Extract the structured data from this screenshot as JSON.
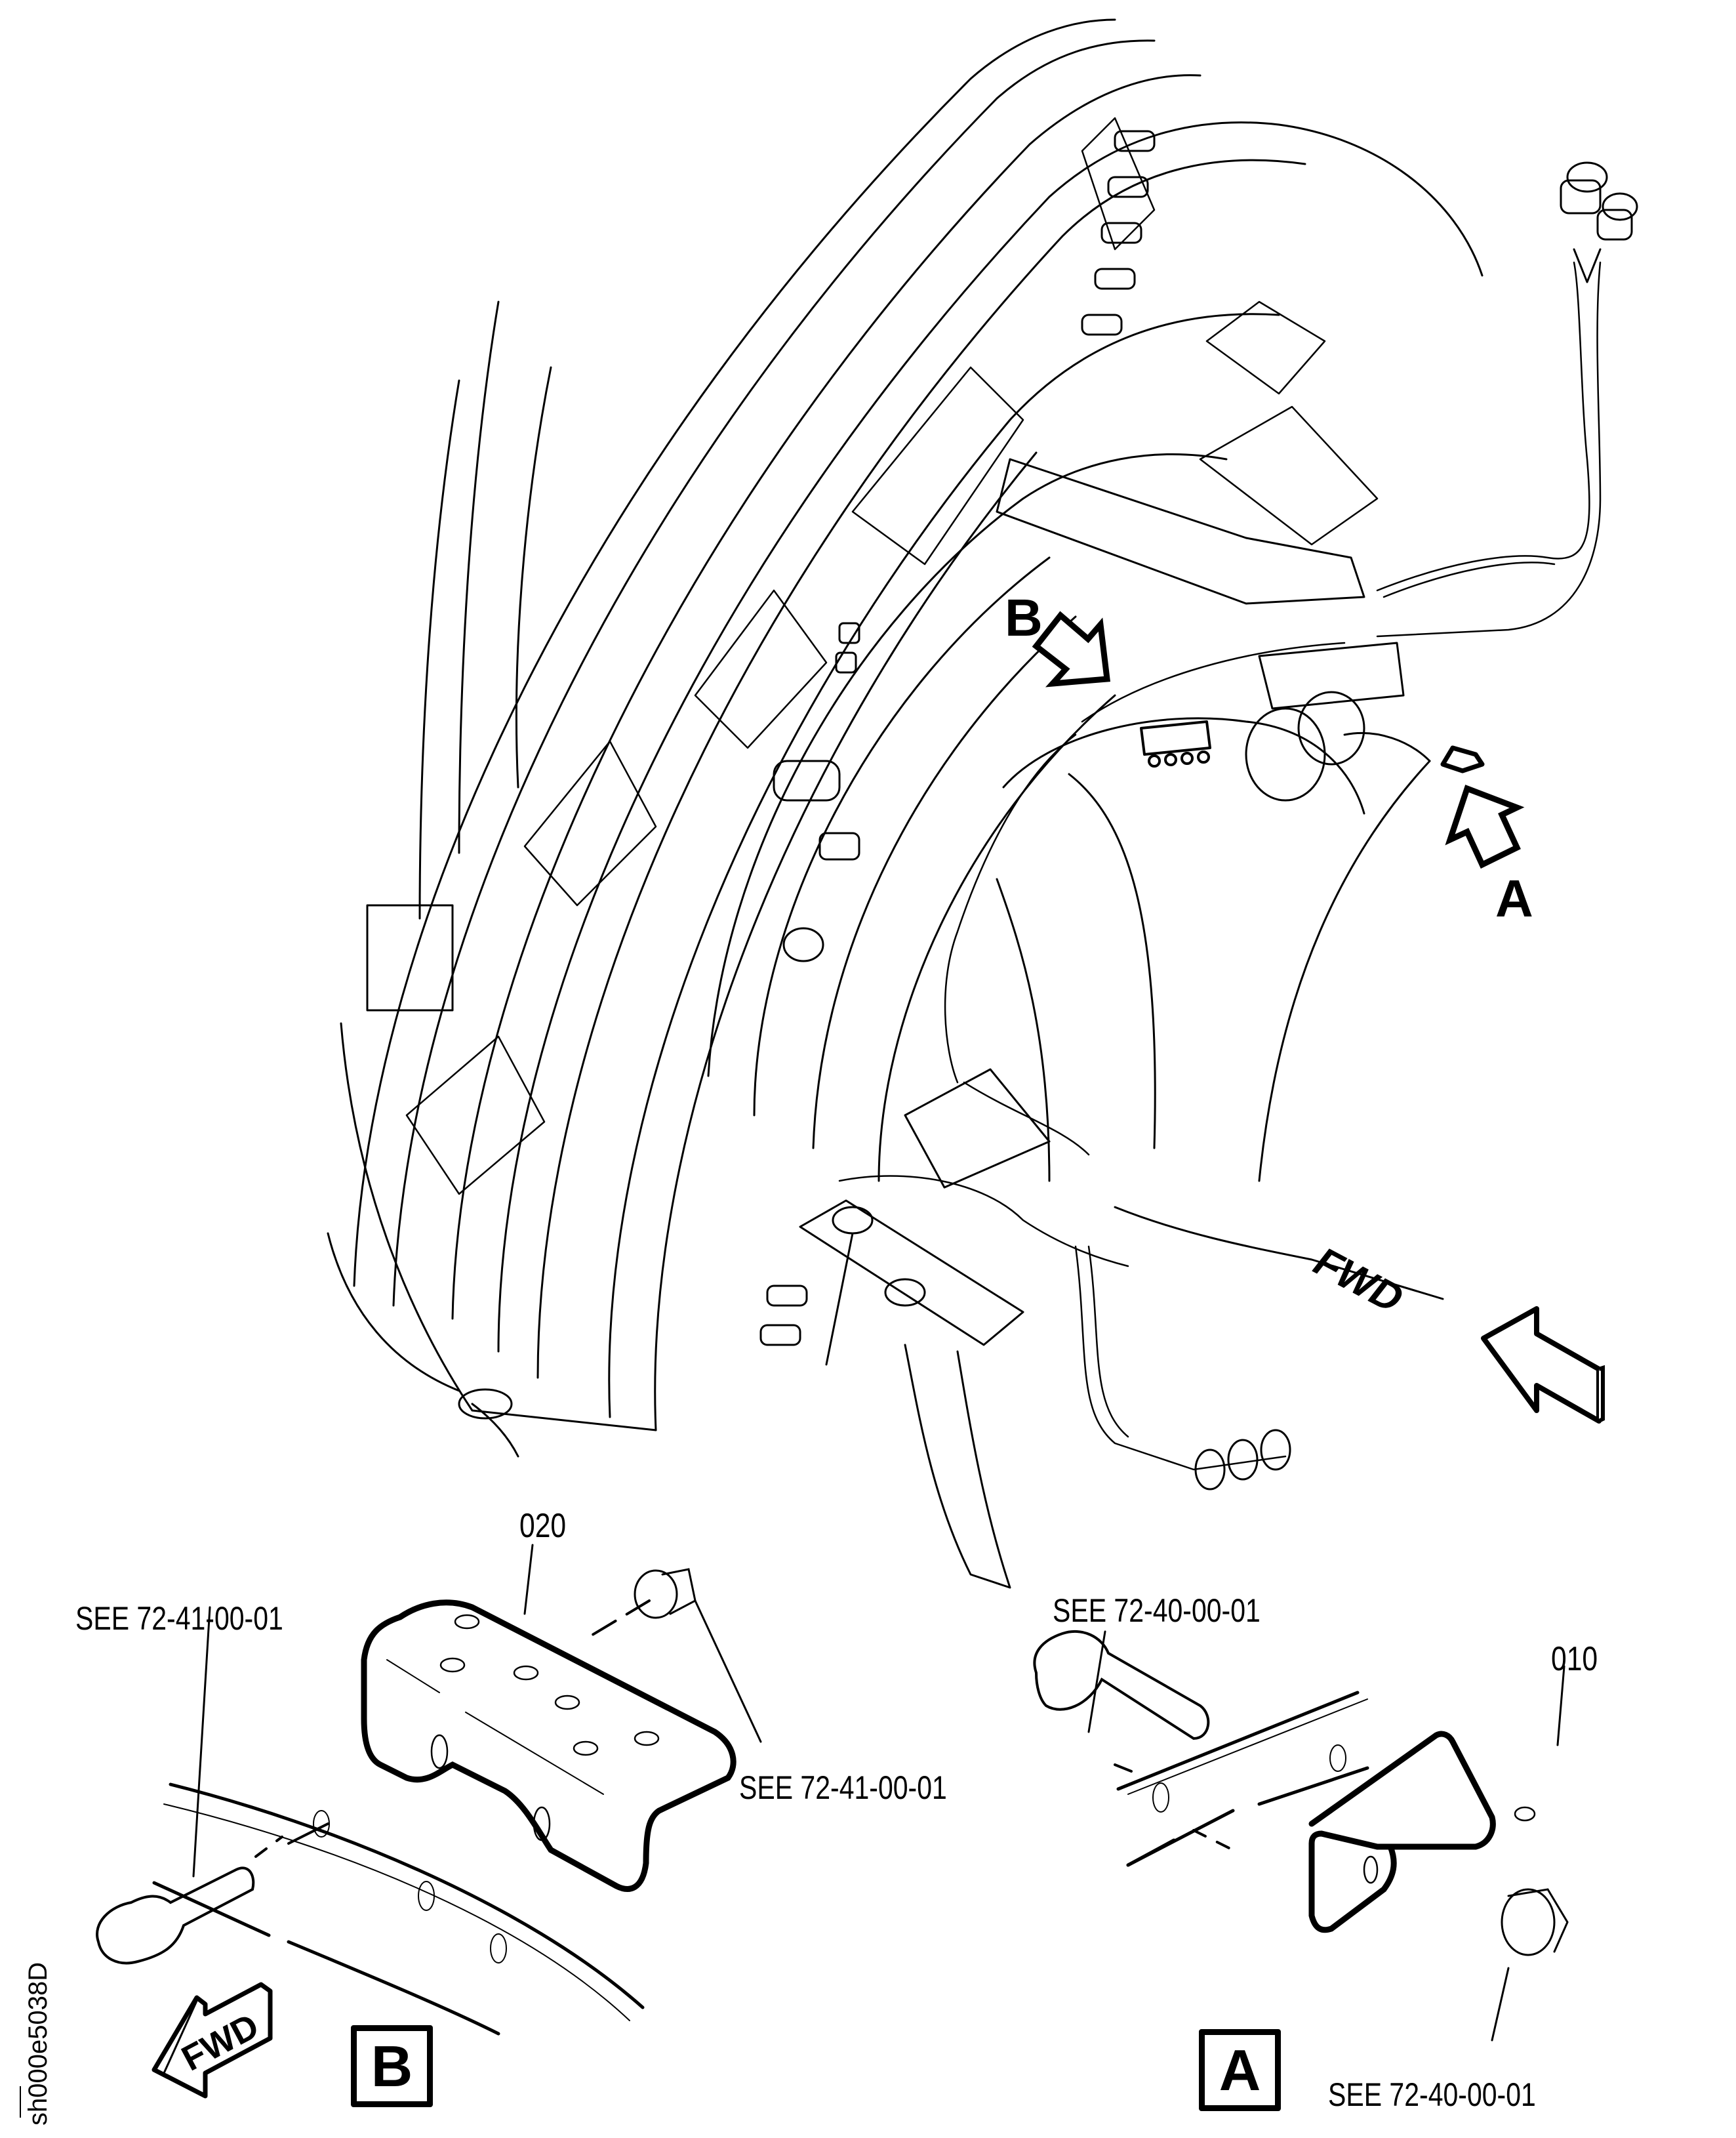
{
  "figure": {
    "id": "sh000e5038D",
    "colors": {
      "ink": "#000000",
      "paper": "#ffffff"
    }
  },
  "view_arrows": [
    {
      "letter": "B"
    },
    {
      "letter": "A"
    }
  ],
  "fwd_indicators": [
    {
      "label": "FWD",
      "location": "main-view"
    },
    {
      "label": "FWD",
      "location": "detail-b"
    }
  ],
  "detail_b": {
    "view_label": "B",
    "item_number": "020",
    "references": [
      "SEE 72-41-00-01",
      "SEE 72-41-00-01"
    ]
  },
  "detail_a": {
    "view_label": "A",
    "item_number": "010",
    "references": [
      "SEE 72-40-00-01",
      "SEE 72-40-00-01"
    ]
  }
}
